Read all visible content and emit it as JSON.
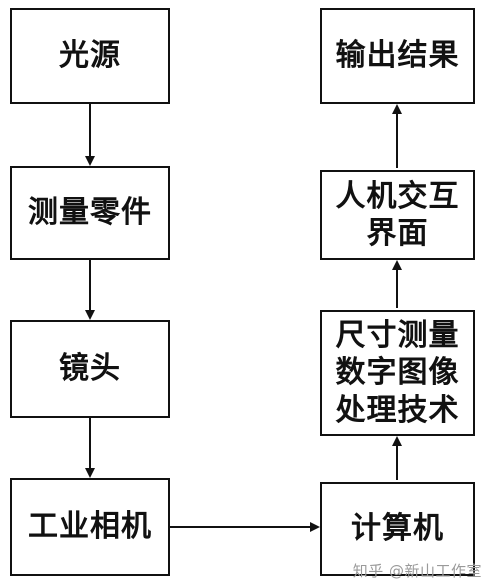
{
  "nodes": {
    "light_source": "光源",
    "measured_part": "测量零件",
    "lens": "镜头",
    "industrial_camera": "工业相机",
    "computer": "计算机",
    "image_processing": [
      "尺寸测量",
      "数字图像",
      "处理技术"
    ],
    "hci": [
      "人机交互",
      "界面"
    ],
    "output": "输出结果"
  },
  "watermark": "知乎 @新山工作室"
}
